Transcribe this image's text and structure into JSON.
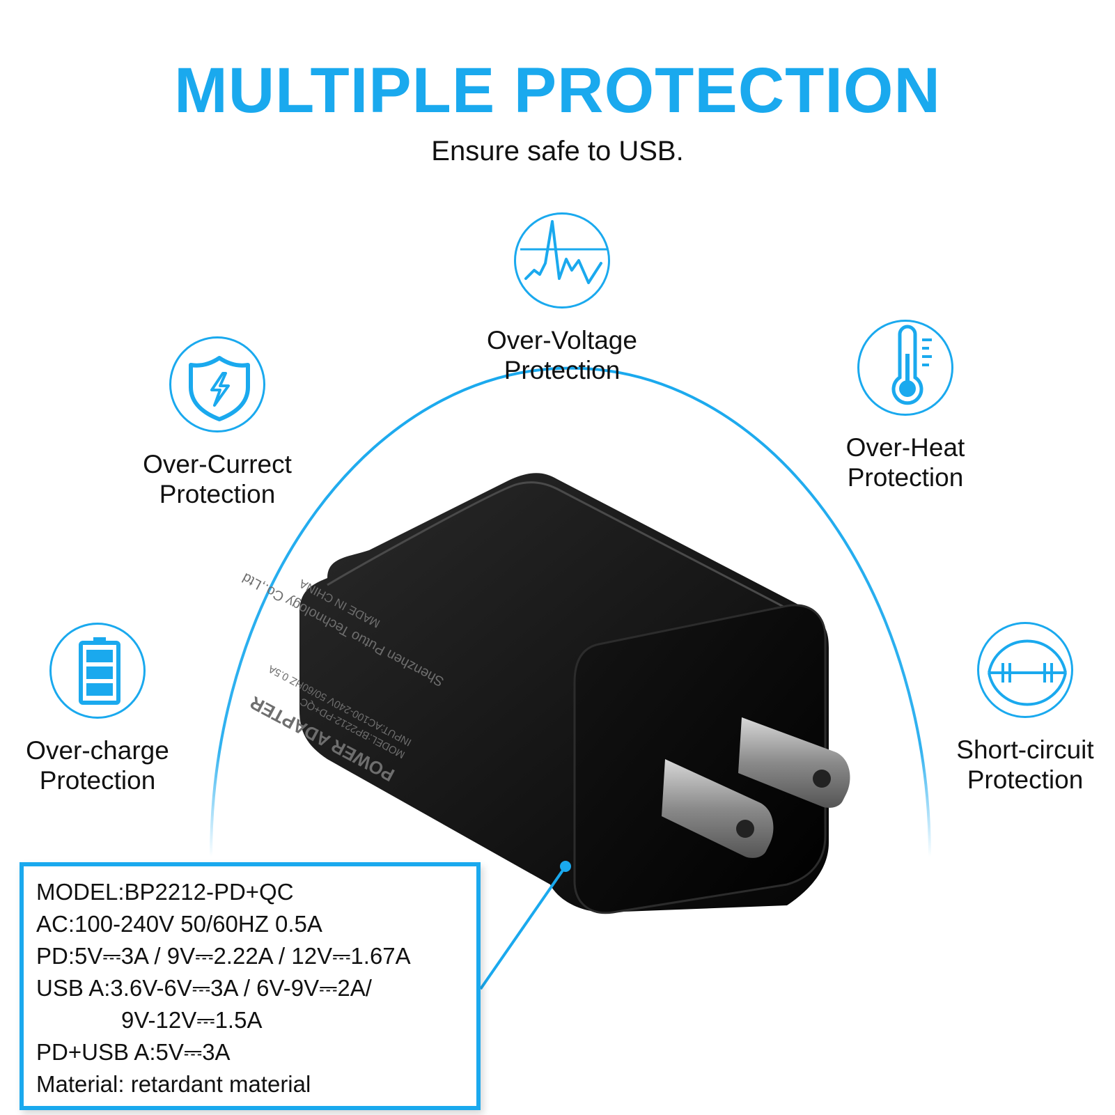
{
  "header": {
    "title": "MULTIPLE PROTECTION",
    "subtitle": "Ensure safe to USB."
  },
  "features": [
    {
      "id": "over-voltage",
      "icon": "heartbeat-wave-icon",
      "line1": "Over-Voltage",
      "line2": "Protection"
    },
    {
      "id": "over-current",
      "icon": "shield-lightning-icon",
      "line1": "Over-Currect",
      "line2": "Protection"
    },
    {
      "id": "over-heat",
      "icon": "thermometer-icon",
      "line1": "Over-Heat",
      "line2": "Protection"
    },
    {
      "id": "over-charge",
      "icon": "battery-icon",
      "line1": "Over-charge",
      "line2": "Protection"
    },
    {
      "id": "short-circuit",
      "icon": "resistor-circuit-icon",
      "line1": "Short-circuit",
      "line2": "Protection"
    }
  ],
  "specs": {
    "model": "MODEL:BP2212-PD+QC",
    "ac": "AC:100-240V 50/60HZ 0.5A",
    "pd": "PD:5V⎓3A / 9V⎓2.22A / 12V⎓1.67A",
    "usb_a_1": "USB A:3.6V-6V⎓3A / 6V-9V⎓2A/",
    "usb_a_2": "9V-12V⎓1.5A",
    "pd_usb": "PD+USB A:5V⎓3A",
    "material": "Material: retardant material"
  },
  "charger_label": {
    "line1": "POWER ADAPTER",
    "line2": "MODEL:BP2212-PD+QC",
    "line3": "INPUT:AC100-240V 50/60HZ 0.5A",
    "line4": "Shenzhen Putuo Technology Co.,Ltd",
    "line5": "MADE IN CHINA"
  },
  "colors": {
    "accent": "#1aa9ee",
    "charger_body": "#0b0b0b",
    "text": "#111111"
  }
}
